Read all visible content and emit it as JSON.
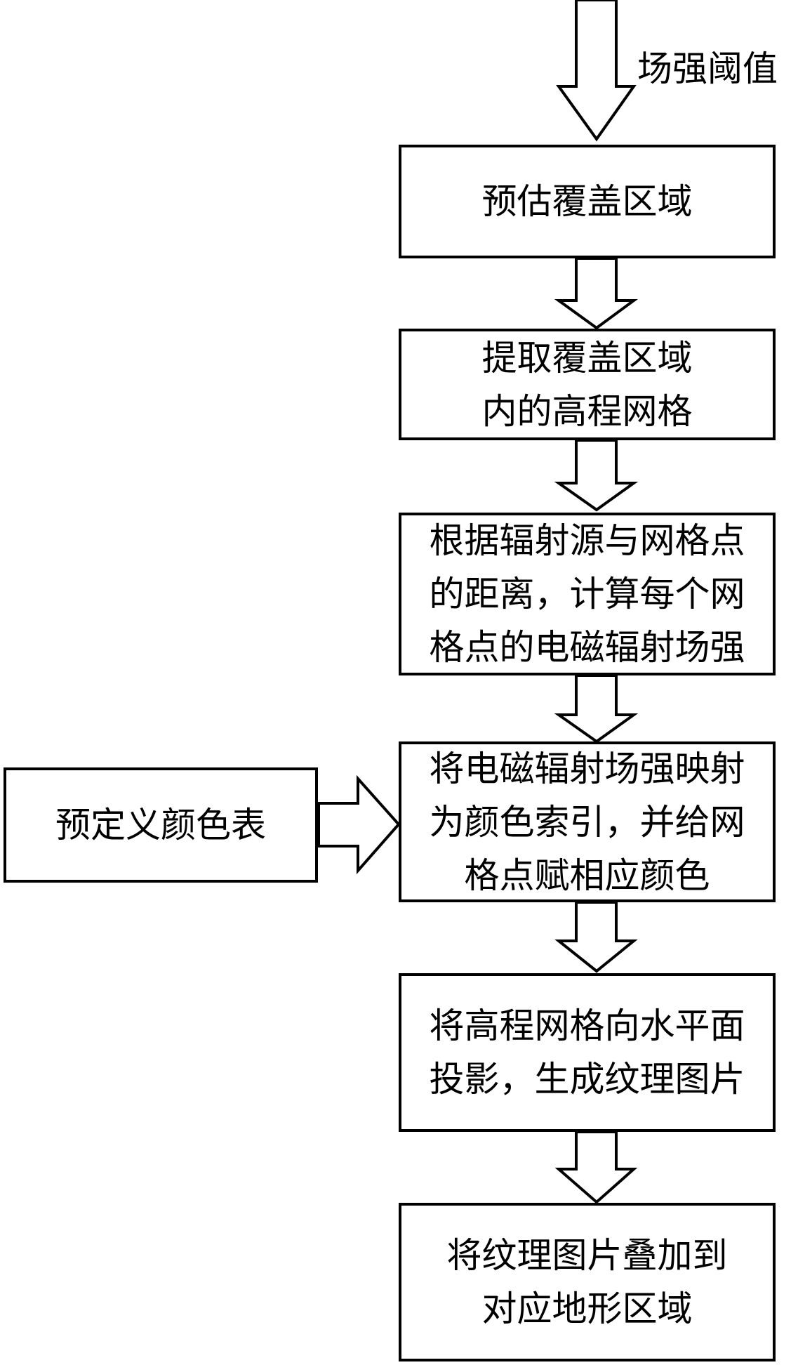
{
  "input_label": "场强阈值",
  "steps": [
    {
      "lines": [
        "预估覆盖区域"
      ]
    },
    {
      "lines": [
        "提取覆盖区域",
        "内的高程网格"
      ]
    },
    {
      "lines": [
        "根据辐射源与网格点",
        "的距离，计算每个网",
        "格点的电磁辐射场强"
      ]
    },
    {
      "lines": [
        "将电磁辐射场强映射",
        "为颜色索引，并给网",
        "格点赋相应颜色"
      ]
    },
    {
      "lines": [
        "将高程网格向水平面",
        "投影，生成纹理图片"
      ]
    },
    {
      "lines": [
        "将纹理图片叠加到",
        "对应地形区域"
      ]
    }
  ],
  "side_input": {
    "lines": [
      "预定义颜色表"
    ]
  }
}
